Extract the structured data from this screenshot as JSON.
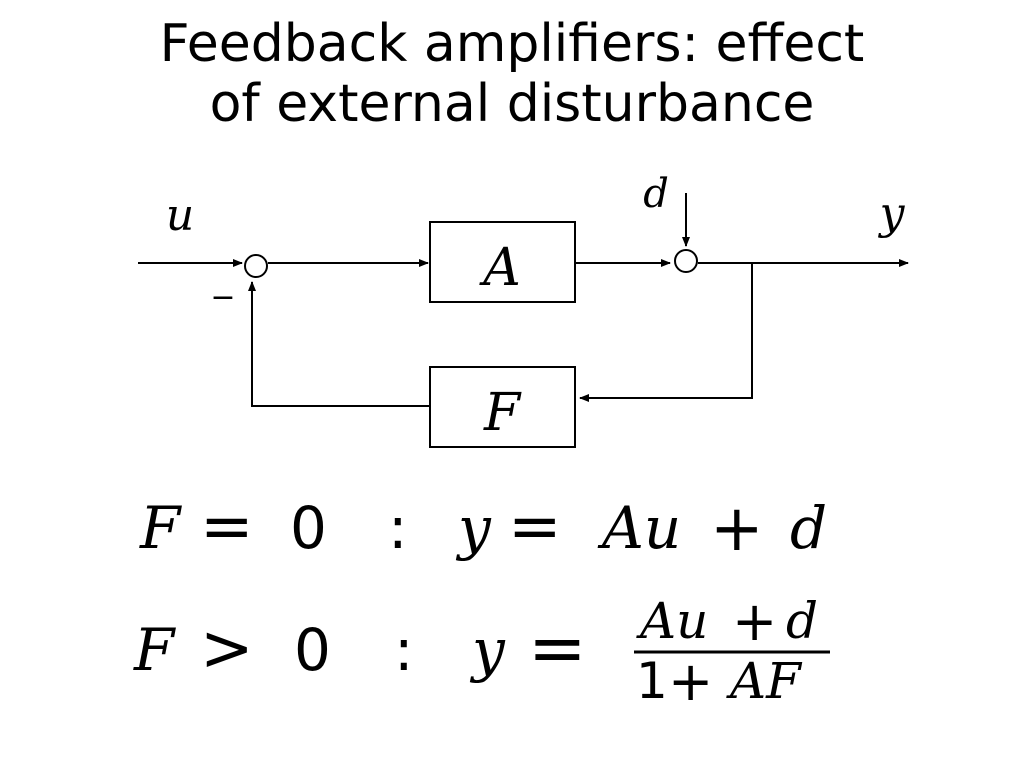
{
  "slide": {
    "title_line1": "Feedback amplifiers: effect",
    "title_line2": "of external disturbance"
  },
  "diagram": {
    "input_label": "u",
    "disturbance_label": "d",
    "output_label": "y",
    "forward_block_label": "A",
    "feedback_block_label": "F",
    "minus_sign": "−"
  },
  "equations": {
    "eq1": {
      "condition_lhs": "F",
      "condition_op": "=",
      "condition_rhs": "0",
      "colon": ":",
      "result_lhs": "y",
      "result_op": "=",
      "result_rhs_a": "Au",
      "result_rhs_plus": "+",
      "result_rhs_d": "d"
    },
    "eq2": {
      "condition_lhs": "F",
      "condition_op": ">",
      "condition_rhs": "0",
      "colon": ":",
      "result_lhs": "y",
      "result_op": "=",
      "numerator_a": "Au",
      "numerator_plus": "+",
      "numerator_d": "d",
      "denominator_one": "1",
      "denominator_plus": "+",
      "denominator_af": "AF"
    }
  }
}
